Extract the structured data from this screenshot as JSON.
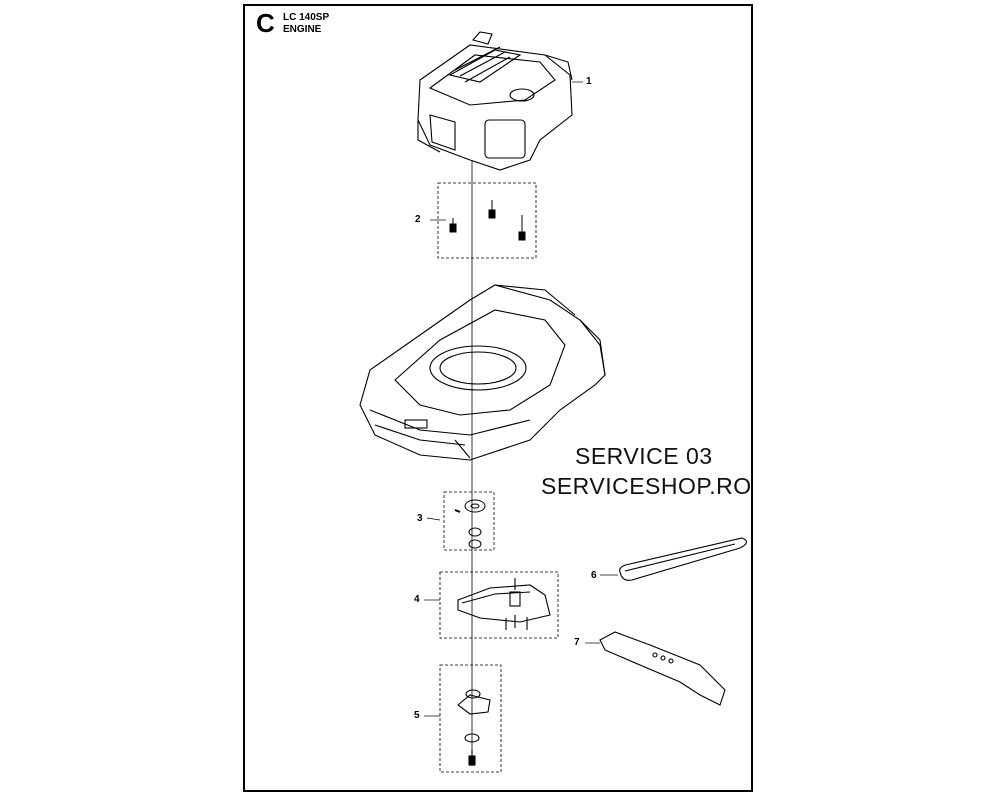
{
  "header": {
    "section_letter": "C",
    "model": "LC 140SP",
    "title": "ENGINE"
  },
  "watermark": {
    "line1": "SERVICE 03",
    "line2": "SERVICESHOP.RO"
  },
  "callouts": [
    "1",
    "2",
    "3",
    "4",
    "5",
    "6",
    "7"
  ],
  "colors": {
    "line": "#000000",
    "background": "#ffffff"
  }
}
